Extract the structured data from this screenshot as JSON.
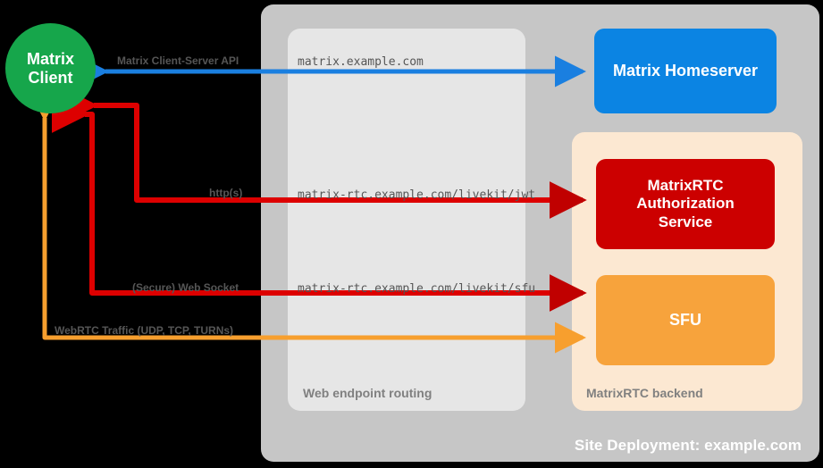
{
  "diagram": {
    "title": "Site Deployment: example.com",
    "containers": {
      "site_deployment": {
        "label": "Site Deployment: example.com",
        "color": "#c6c6c6"
      },
      "web_endpoint_routing": {
        "label": "Web endpoint routing",
        "color": "#e6e6e6"
      },
      "matrixrtc_backend": {
        "label": "MatrixRTC backend",
        "color": "#fce8d2"
      }
    },
    "nodes": {
      "matrix_client": {
        "label_line1": "Matrix",
        "label_line2": "Client",
        "color": "#16a64b",
        "shape": "circle"
      },
      "matrix_homeserver": {
        "label": "Matrix Homeserver",
        "color": "#0b84e3",
        "shape": "rounded-rect"
      },
      "matrixrtc_auth_service": {
        "label_line1": "MatrixRTC",
        "label_line2": "Authorization",
        "label_line3": "Service",
        "color": "#cc0000",
        "shape": "rounded-rect"
      },
      "sfu": {
        "label": "SFU",
        "color": "#f7a33c",
        "shape": "rounded-rect"
      }
    },
    "edges": [
      {
        "id": "cs-api",
        "label": "Matrix Client-Server API",
        "url": "matrix.example.com",
        "color": "#1a7fe0",
        "direction": "bidirectional"
      },
      {
        "id": "https",
        "label": "http(s)",
        "url": "matrix-rtc.example.com/livekit/jwt",
        "color": "#dd0000",
        "direction": "bidirectional"
      },
      {
        "id": "websocket",
        "label": "(Secure) Web Socket",
        "url": "matrix-rtc.example.com/livekit/sfu",
        "color": "#dd0000",
        "direction": "bidirectional"
      },
      {
        "id": "webrtc",
        "label": "WebRTC Traffic (UDP, TCP, TURNs)",
        "url": "",
        "color": "#f79f2e",
        "direction": "bidirectional"
      }
    ]
  }
}
